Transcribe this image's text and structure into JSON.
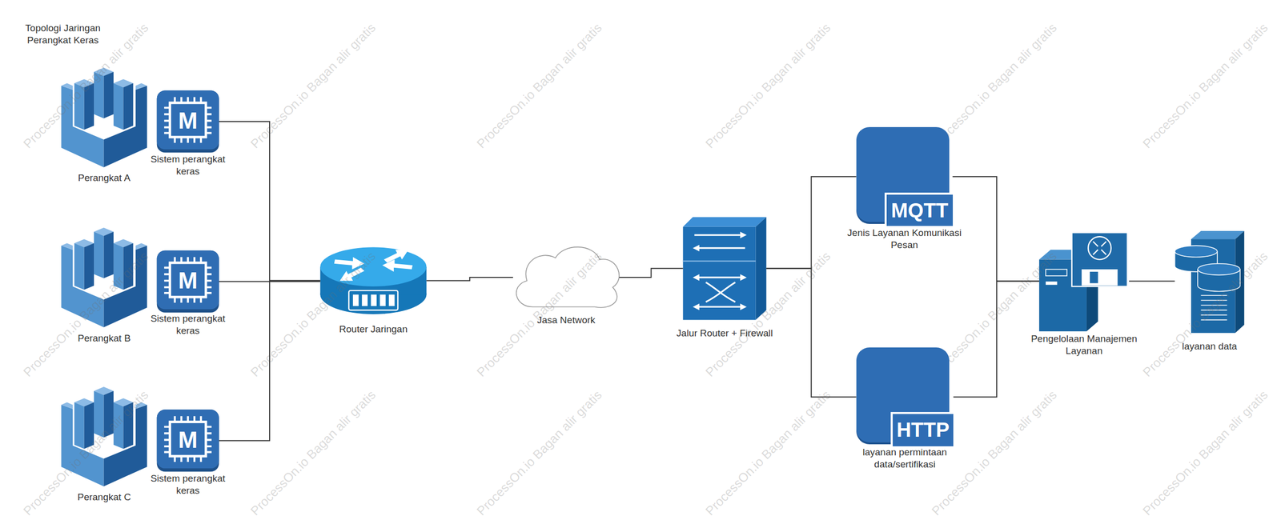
{
  "diagram": {
    "title": "Topologi Jaringan Perangkat Keras",
    "nodes": [
      {
        "text": [
          "Perangkat A"
        ]
      },
      {
        "text": [
          "M",
          "Sistem perangkat keras"
        ]
      },
      {
        "text": [
          "Perangkat B"
        ]
      },
      {
        "text": [
          "M",
          "Sistem perangkat keras"
        ]
      },
      {
        "text": [
          "Perangkat C"
        ]
      },
      {
        "text": [
          "M",
          "Sistem perangkat keras"
        ]
      },
      {
        "text": [
          "Router Jaringan"
        ]
      },
      {
        "text": [
          "Jasa Network"
        ]
      },
      {
        "text": [
          "Jalur Router + Firewall"
        ]
      },
      {
        "text": [
          "MQTT",
          "Jenis Layanan Komunikasi Pesan"
        ]
      },
      {
        "text": [
          "HTTP",
          "layanan permintaan data/sertifikasi"
        ]
      },
      {
        "text": [
          "Pengelolaan Manajemen Layanan"
        ]
      },
      {
        "text": [
          "layanan data"
        ]
      }
    ],
    "edges": [
      {
        "from": 1,
        "to": 6,
        "arrow": "none"
      },
      {
        "from": 3,
        "to": 6,
        "arrow": "none"
      },
      {
        "from": 5,
        "to": 6,
        "arrow": "none"
      },
      {
        "from": 6,
        "to": 7,
        "arrow": "none"
      },
      {
        "from": 7,
        "to": 8,
        "arrow": "none"
      },
      {
        "from": 8,
        "to": 9,
        "arrow": "none"
      },
      {
        "from": 8,
        "to": 10,
        "arrow": "none"
      },
      {
        "from": 9,
        "to": 11,
        "arrow": "none"
      },
      {
        "from": 10,
        "to": 11,
        "arrow": "none"
      },
      {
        "from": 11,
        "to": 12,
        "arrow": "none"
      }
    ],
    "labels": [
      "ProcessOn.io Bagan alir gratis",
      "ProcessOn.io Bagan alir gratis",
      "ProcessOn.io Bagan alir gratis",
      "ProcessOn.io Bagan alir gratis",
      "ProcessOn.io Bagan alir gratis",
      "ProcessOn.io Bagan alir gratis",
      "ProcessOn.io Bagan alir gratis",
      "ProcessOn.io Bagan alir gratis",
      "ProcessOn.io Bagan alir gratis",
      "ProcessOn.io Bagan alir gratis",
      "ProcessOn.io Bagan alir gratis",
      "ProcessOn.io Bagan alir gratis",
      "ProcessOn.io Bagan alir gratis",
      "ProcessOn.io Bagan alir gratis",
      "ProcessOn.io Bagan alir gratis",
      "ProcessOn.io Bagan alir gratis",
      "ProcessOn.io Bagan alir gratis",
      "ProcessOn.io Bagan alir gratis"
    ]
  }
}
